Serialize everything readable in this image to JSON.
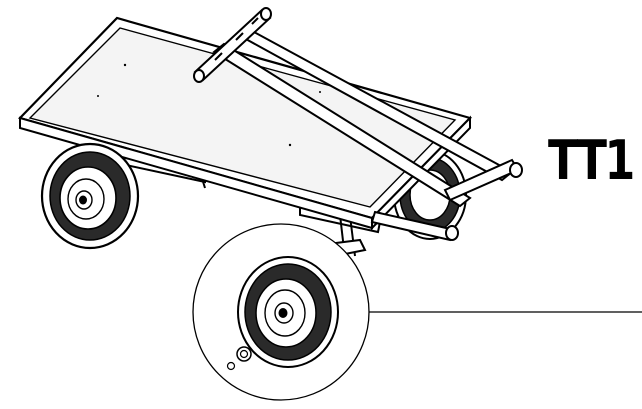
{
  "diagram": {
    "model_label": "TT1",
    "colors": {
      "ink": "#000000",
      "paper": "#ffffff",
      "deck_fill": "#f4f4f4",
      "tire_fill": "#2a2a2a"
    },
    "parts": [
      "cart-deck",
      "tow-handle",
      "front-wheel",
      "rear-wheel",
      "detail-callout-wheel"
    ]
  }
}
